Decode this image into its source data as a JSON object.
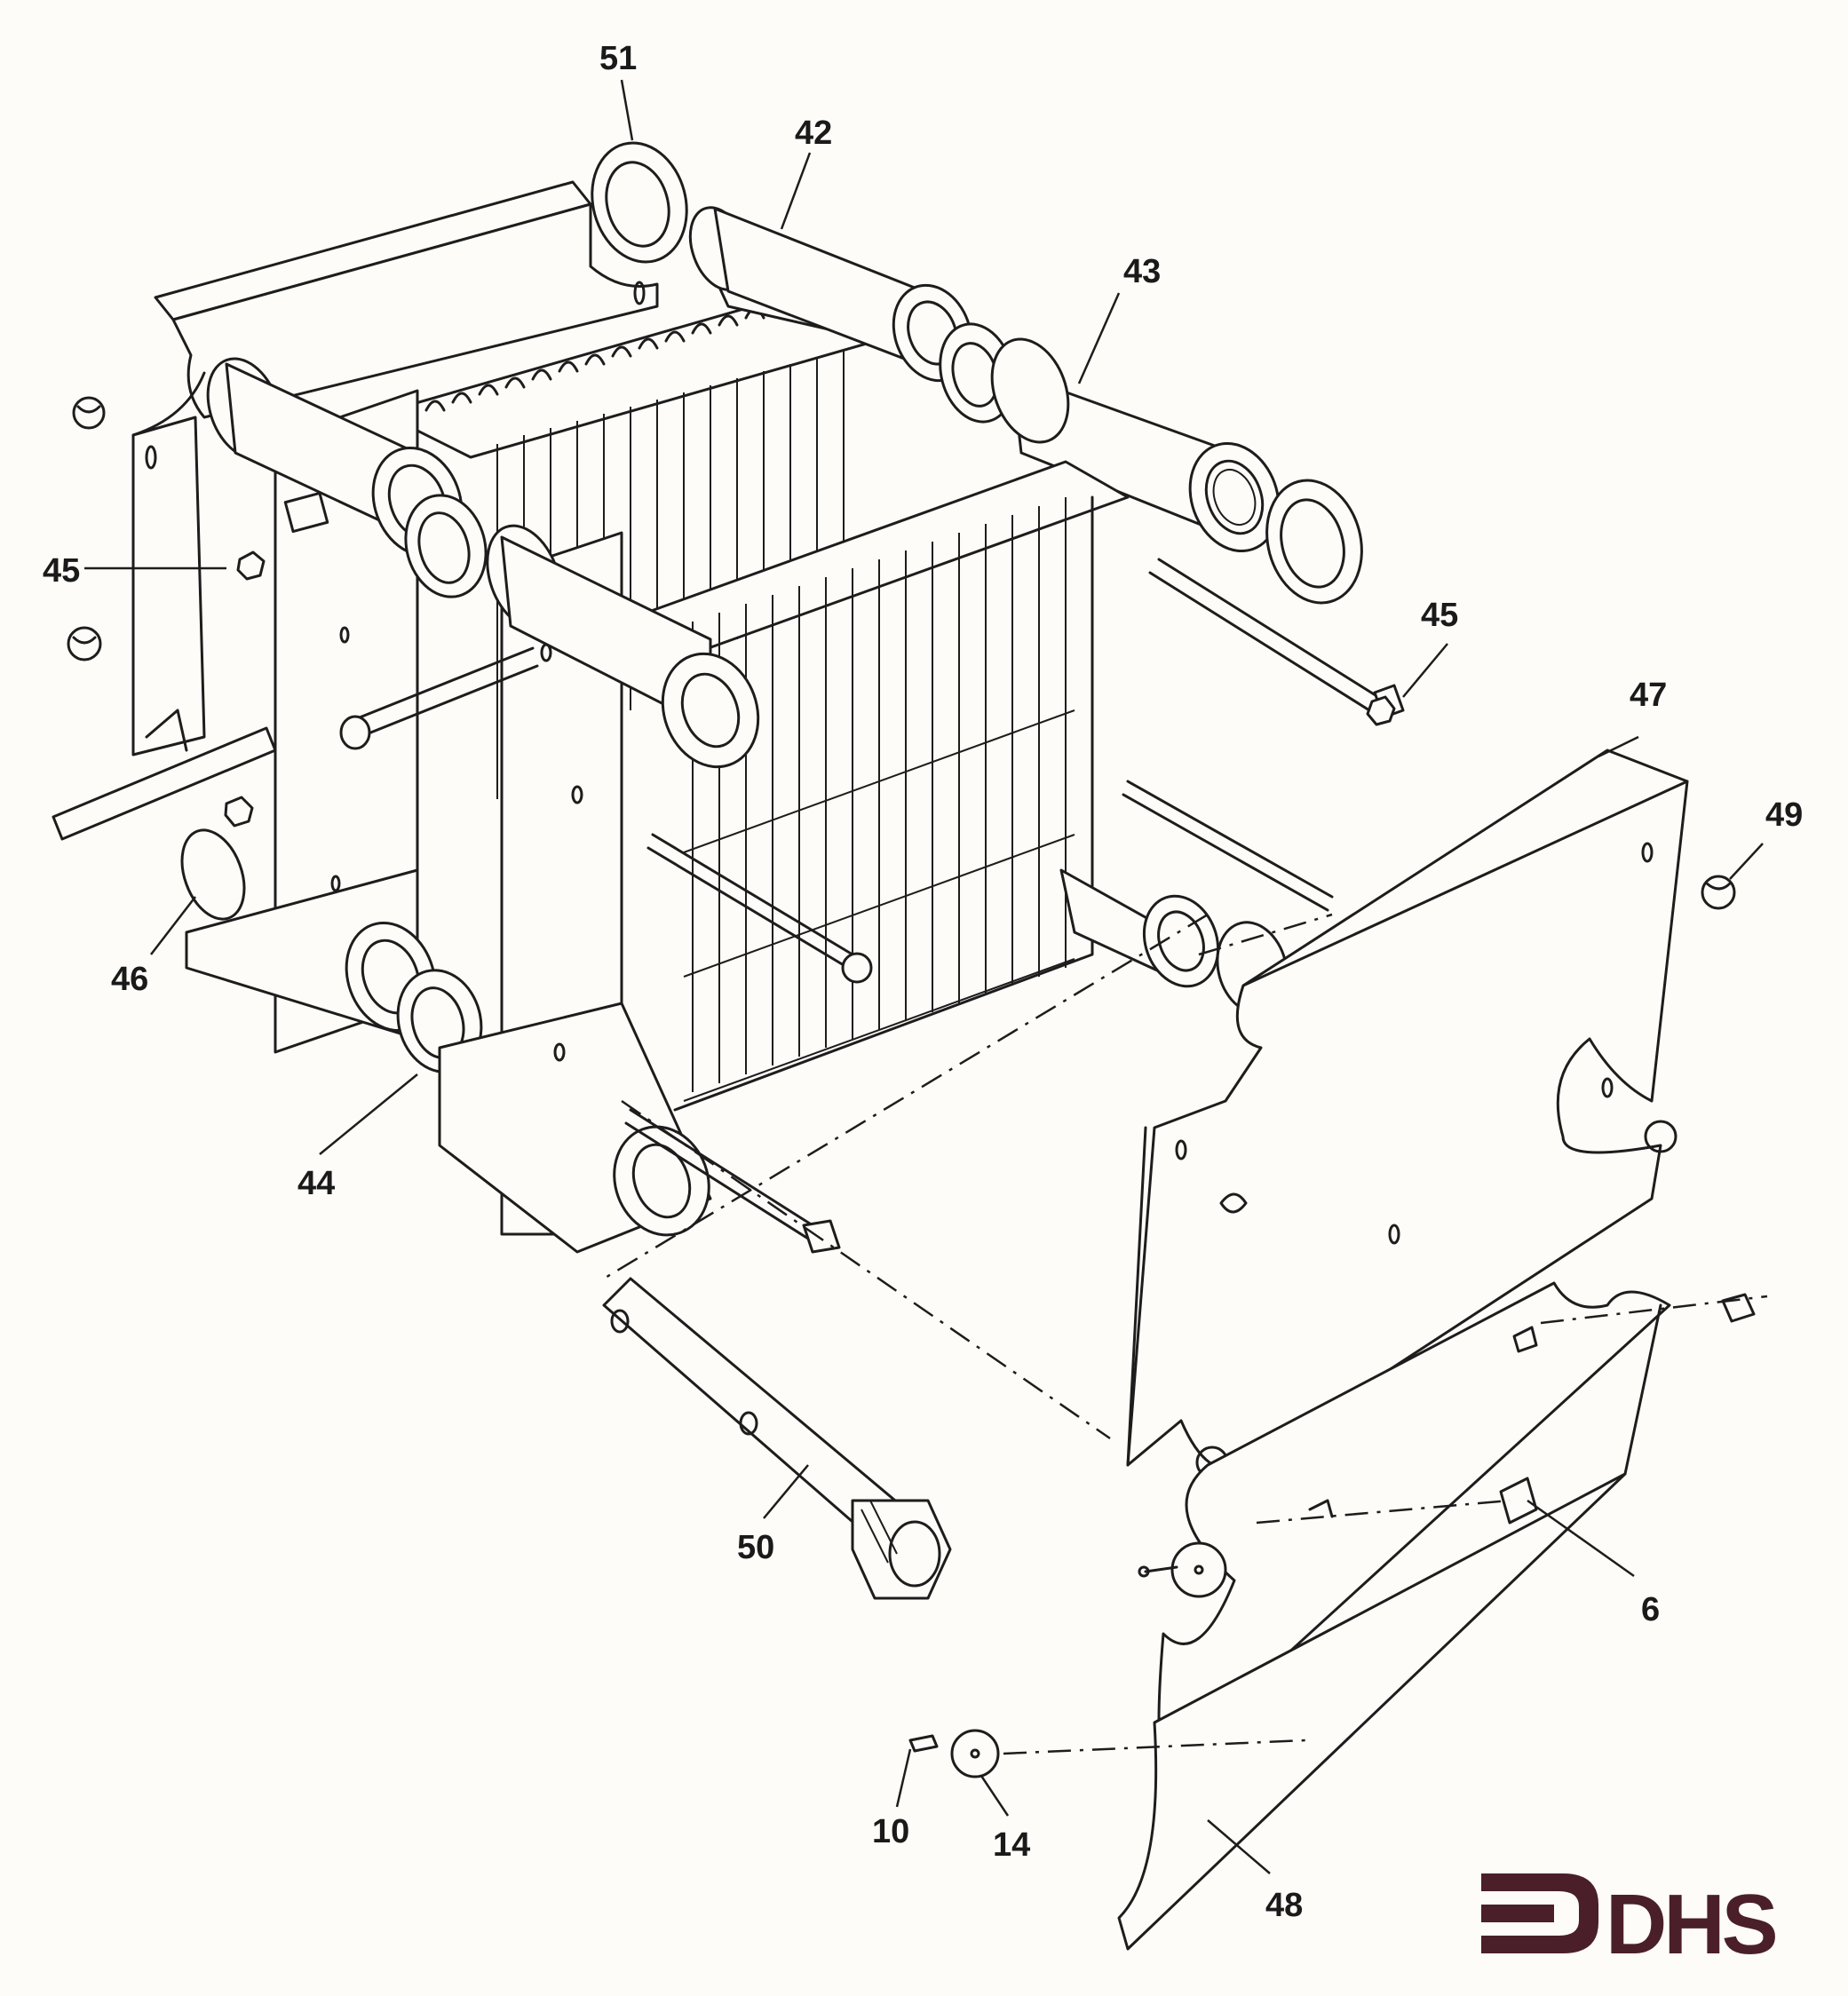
{
  "callouts": {
    "c51": "51",
    "c42": "42",
    "c43": "43",
    "c45a": "45",
    "c45b": "45",
    "c47": "47",
    "c49": "49",
    "c46": "46",
    "c44": "44",
    "c50": "50",
    "c6": "6",
    "c10": "10",
    "c14": "14",
    "c48": "48"
  },
  "logo": {
    "text": "DHS",
    "color": "#4a1f2a"
  },
  "colors": {
    "line": "#1d1d1d",
    "paper": "#fdfcf8"
  }
}
